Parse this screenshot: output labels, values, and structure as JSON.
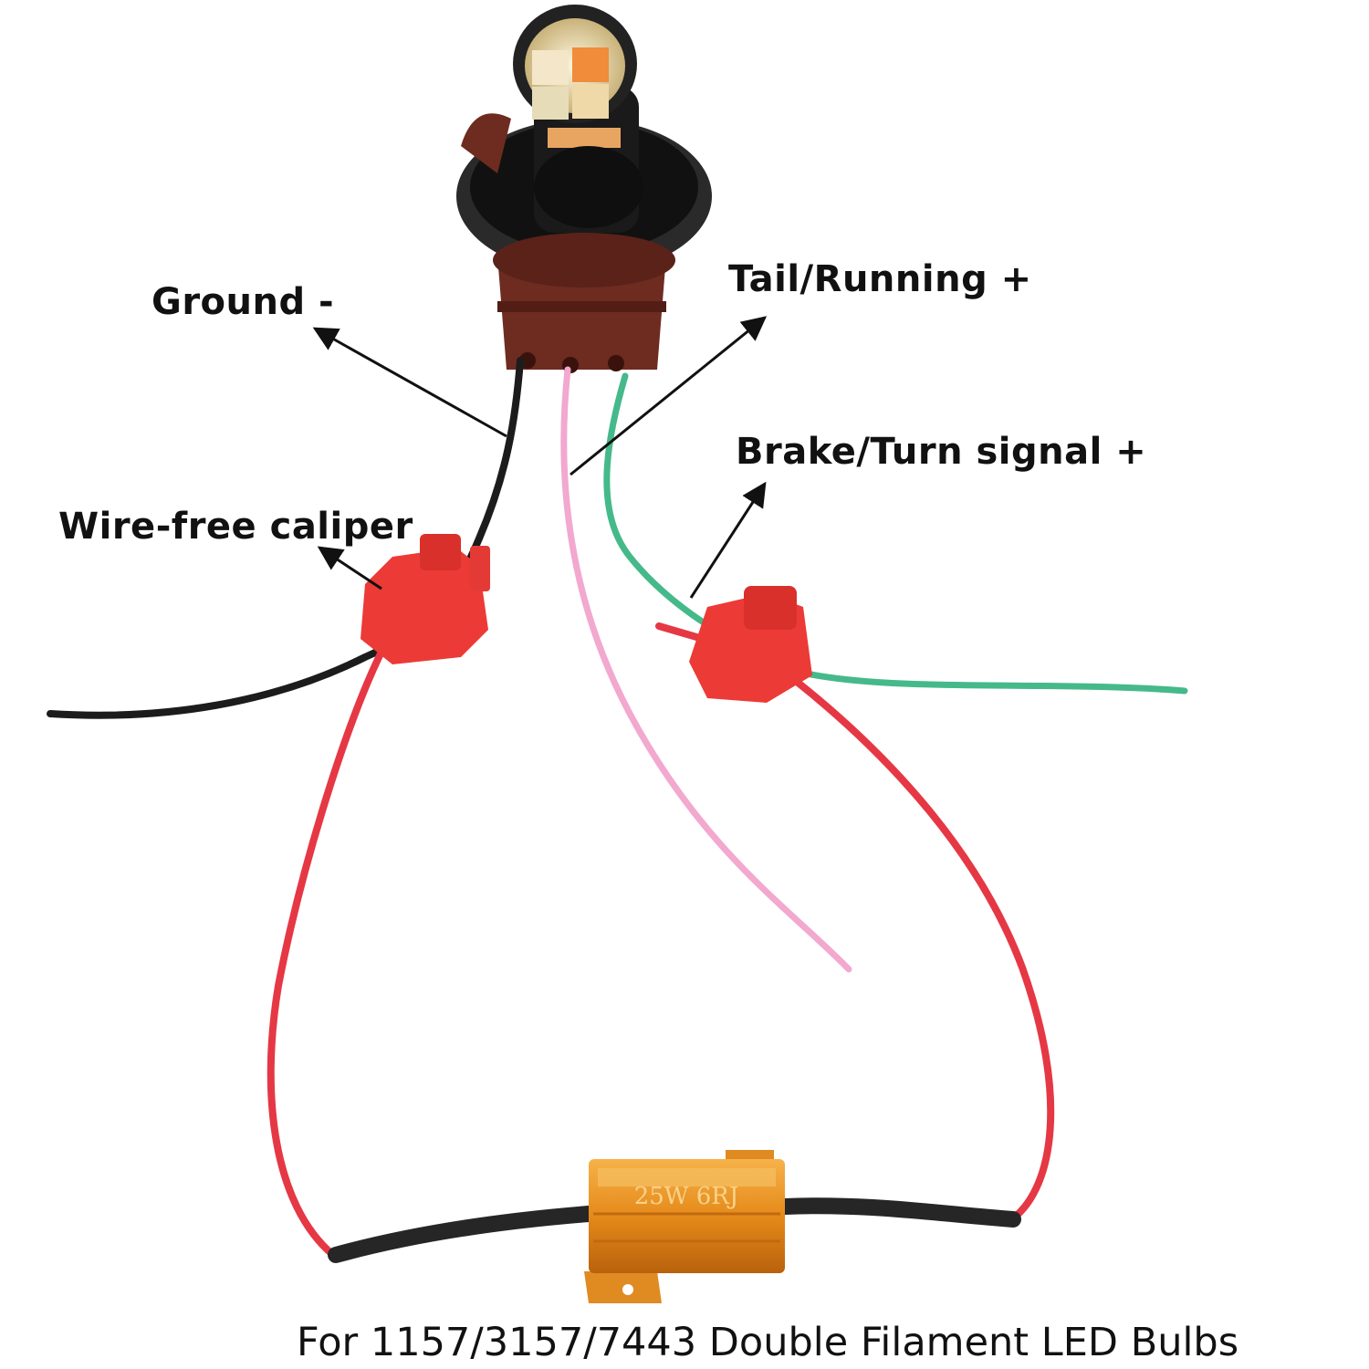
{
  "labels": {
    "ground": "Ground -",
    "tail_running": "Tail/Running +",
    "brake_turn": "Brake/Turn signal +",
    "caliper": "Wire-free caliper"
  },
  "resistor": {
    "marking": "25W 6RJ"
  },
  "caption": "For 1157/3157/7443 Double Filament LED Bulbs"
}
